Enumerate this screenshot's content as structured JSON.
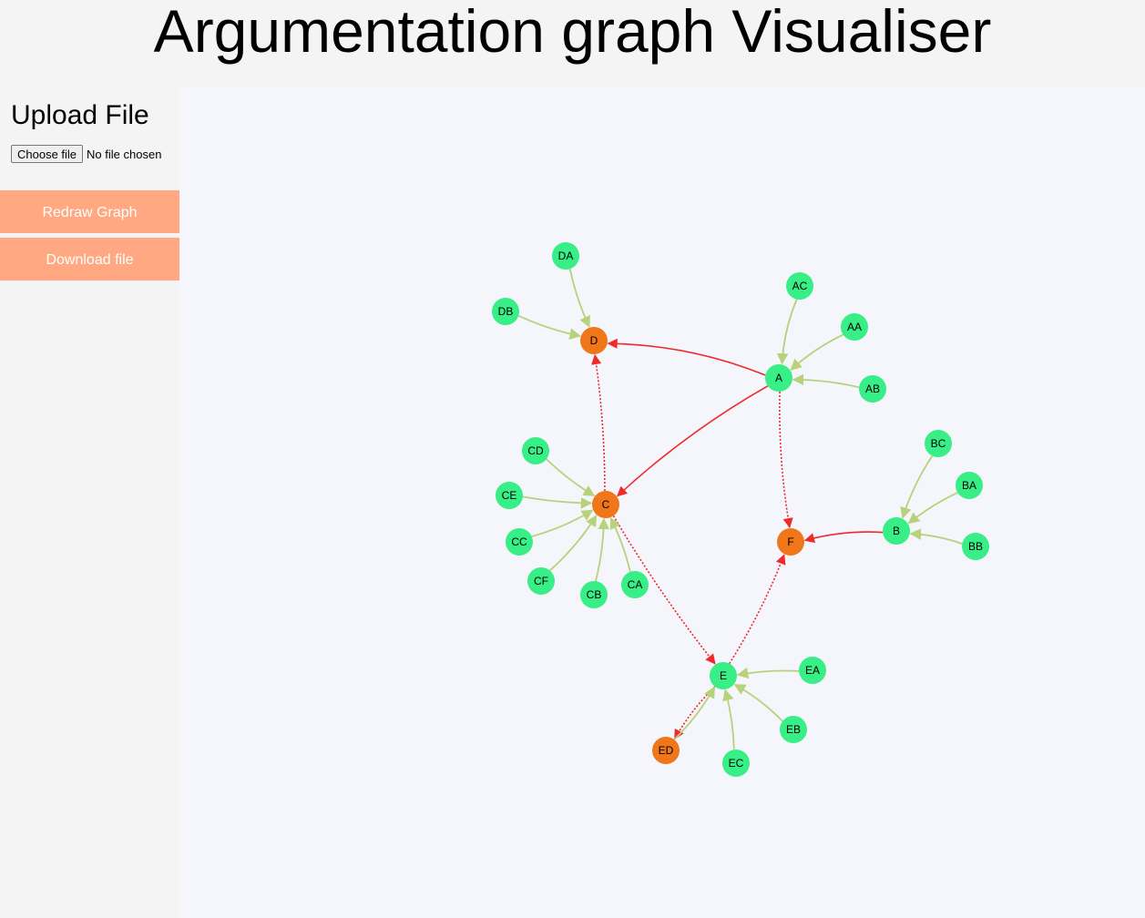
{
  "page": {
    "title": "Argumentation graph Visualiser"
  },
  "sidebar": {
    "upload_heading": "Upload File",
    "choose_file_label": "Choose file",
    "no_file_text": "No file chosen",
    "redraw_label": "Redraw Graph",
    "download_label": "Download file"
  },
  "colors": {
    "attacked_node": "#ef771a",
    "normal_node": "#38ee86",
    "attack_edge": "#ee2a2a",
    "support_edge": "#b7d27a",
    "button": "#ffa882",
    "canvas_bg": "#f5f5fc"
  },
  "graph": {
    "nodes": [
      {
        "id": "A",
        "type": "normal"
      },
      {
        "id": "AA",
        "type": "normal"
      },
      {
        "id": "AB",
        "type": "normal"
      },
      {
        "id": "AC",
        "type": "normal"
      },
      {
        "id": "B",
        "type": "normal"
      },
      {
        "id": "BA",
        "type": "normal"
      },
      {
        "id": "BB",
        "type": "normal"
      },
      {
        "id": "BC",
        "type": "normal"
      },
      {
        "id": "C",
        "type": "attacked"
      },
      {
        "id": "CA",
        "type": "normal"
      },
      {
        "id": "CB",
        "type": "normal"
      },
      {
        "id": "CC",
        "type": "normal"
      },
      {
        "id": "CD",
        "type": "normal"
      },
      {
        "id": "CE",
        "type": "normal"
      },
      {
        "id": "CF",
        "type": "normal"
      },
      {
        "id": "D",
        "type": "attacked"
      },
      {
        "id": "DA",
        "type": "normal"
      },
      {
        "id": "DB",
        "type": "normal"
      },
      {
        "id": "E",
        "type": "normal"
      },
      {
        "id": "EA",
        "type": "normal"
      },
      {
        "id": "EB",
        "type": "normal"
      },
      {
        "id": "EC",
        "type": "normal"
      },
      {
        "id": "ED",
        "type": "attacked"
      },
      {
        "id": "F",
        "type": "attacked"
      }
    ],
    "edges": [
      {
        "source": "DA",
        "target": "D",
        "kind": "support"
      },
      {
        "source": "DB",
        "target": "D",
        "kind": "support"
      },
      {
        "source": "AC",
        "target": "A",
        "kind": "support"
      },
      {
        "source": "AA",
        "target": "A",
        "kind": "support"
      },
      {
        "source": "AB",
        "target": "A",
        "kind": "support"
      },
      {
        "source": "A",
        "target": "D",
        "kind": "attack"
      },
      {
        "source": "A",
        "target": "C",
        "kind": "attack"
      },
      {
        "source": "A",
        "target": "F",
        "kind": "attack-dashed"
      },
      {
        "source": "C",
        "target": "D",
        "kind": "attack-dashed"
      },
      {
        "source": "C",
        "target": "E",
        "kind": "attack-dashed"
      },
      {
        "source": "CD",
        "target": "C",
        "kind": "support"
      },
      {
        "source": "CE",
        "target": "C",
        "kind": "support"
      },
      {
        "source": "CC",
        "target": "C",
        "kind": "support"
      },
      {
        "source": "CF",
        "target": "C",
        "kind": "support"
      },
      {
        "source": "CB",
        "target": "C",
        "kind": "support"
      },
      {
        "source": "CA",
        "target": "C",
        "kind": "support"
      },
      {
        "source": "BC",
        "target": "B",
        "kind": "support"
      },
      {
        "source": "BA",
        "target": "B",
        "kind": "support"
      },
      {
        "source": "BB",
        "target": "B",
        "kind": "support"
      },
      {
        "source": "B",
        "target": "F",
        "kind": "attack"
      },
      {
        "source": "E",
        "target": "F",
        "kind": "attack-dashed"
      },
      {
        "source": "E",
        "target": "ED",
        "kind": "attack-dashed"
      },
      {
        "source": "ED",
        "target": "E",
        "kind": "support"
      },
      {
        "source": "EA",
        "target": "E",
        "kind": "support"
      },
      {
        "source": "EB",
        "target": "E",
        "kind": "support"
      },
      {
        "source": "EC",
        "target": "E",
        "kind": "support"
      }
    ]
  }
}
